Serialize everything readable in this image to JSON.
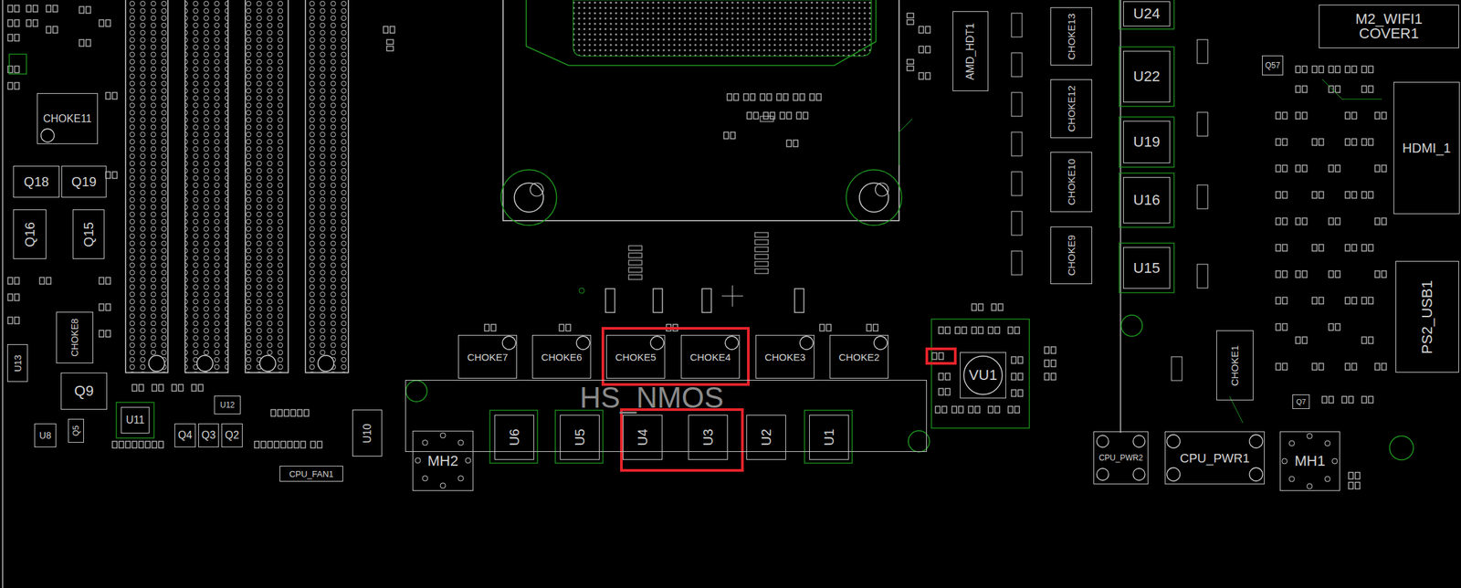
{
  "diagram": {
    "nodes": [
      {
        "text": [
          "AMD_HDT1"
        ]
      },
      {
        "text": [
          "CHOKE13"
        ]
      },
      {
        "text": [
          "U24"
        ]
      },
      {
        "text": [
          "M2_WIFI1",
          "COVER1"
        ]
      },
      {
        "text": [
          "Q57"
        ]
      },
      {
        "text": [
          "CHOKE12"
        ]
      },
      {
        "text": [
          "U22"
        ]
      },
      {
        "text": [
          "HDMI_1"
        ]
      },
      {
        "text": [
          "CHOKE11"
        ]
      },
      {
        "text": [
          "CHOKE10"
        ]
      },
      {
        "text": [
          "U19"
        ]
      },
      {
        "text": [
          "Q18"
        ]
      },
      {
        "text": [
          "Q19"
        ]
      },
      {
        "text": [
          "U16"
        ]
      },
      {
        "text": [
          "Q16"
        ]
      },
      {
        "text": [
          "Q15"
        ]
      },
      {
        "text": [
          "CHOKE9"
        ]
      },
      {
        "text": [
          "U15"
        ]
      },
      {
        "text": [
          "PS2_USB1"
        ]
      },
      {
        "text": [
          "CHOKE8"
        ]
      },
      {
        "text": [
          "CHOKE1"
        ]
      },
      {
        "text": [
          "U13"
        ]
      },
      {
        "text": [
          "CHOKE7"
        ]
      },
      {
        "text": [
          "CHOKE6"
        ]
      },
      {
        "text": [
          "CHOKE5"
        ]
      },
      {
        "text": [
          "CHOKE4"
        ]
      },
      {
        "text": [
          "CHOKE3"
        ]
      },
      {
        "text": [
          "CHOKE2"
        ]
      },
      {
        "text": [
          "VU1"
        ]
      },
      {
        "text": [
          "Q9"
        ]
      },
      {
        "text": [
          "Q7"
        ]
      },
      {
        "text": [
          "HS_NMOS"
        ]
      },
      {
        "text": [
          "U6"
        ],
        "in": 31
      },
      {
        "text": [
          "U5"
        ],
        "in": 31
      },
      {
        "text": [
          "U4"
        ],
        "in": 31
      },
      {
        "text": [
          "U3"
        ],
        "in": 31
      },
      {
        "text": [
          "U2"
        ],
        "in": 31
      },
      {
        "text": [
          "U1"
        ],
        "in": 31
      },
      {
        "text": [
          "U12"
        ]
      },
      {
        "text": [
          "U11"
        ]
      },
      {
        "text": [
          "U8"
        ]
      },
      {
        "text": [
          "Q5"
        ]
      },
      {
        "text": [
          "Q4"
        ]
      },
      {
        "text": [
          "Q3"
        ]
      },
      {
        "text": [
          "Q2"
        ]
      },
      {
        "text": [
          "U10"
        ]
      },
      {
        "text": [
          "MH2"
        ]
      },
      {
        "text": [
          "CPU_PWR2"
        ]
      },
      {
        "text": [
          "CPU_PWR1"
        ]
      },
      {
        "text": [
          "MH1"
        ]
      },
      {
        "text": [
          "CPU_FAN1"
        ]
      }
    ]
  }
}
